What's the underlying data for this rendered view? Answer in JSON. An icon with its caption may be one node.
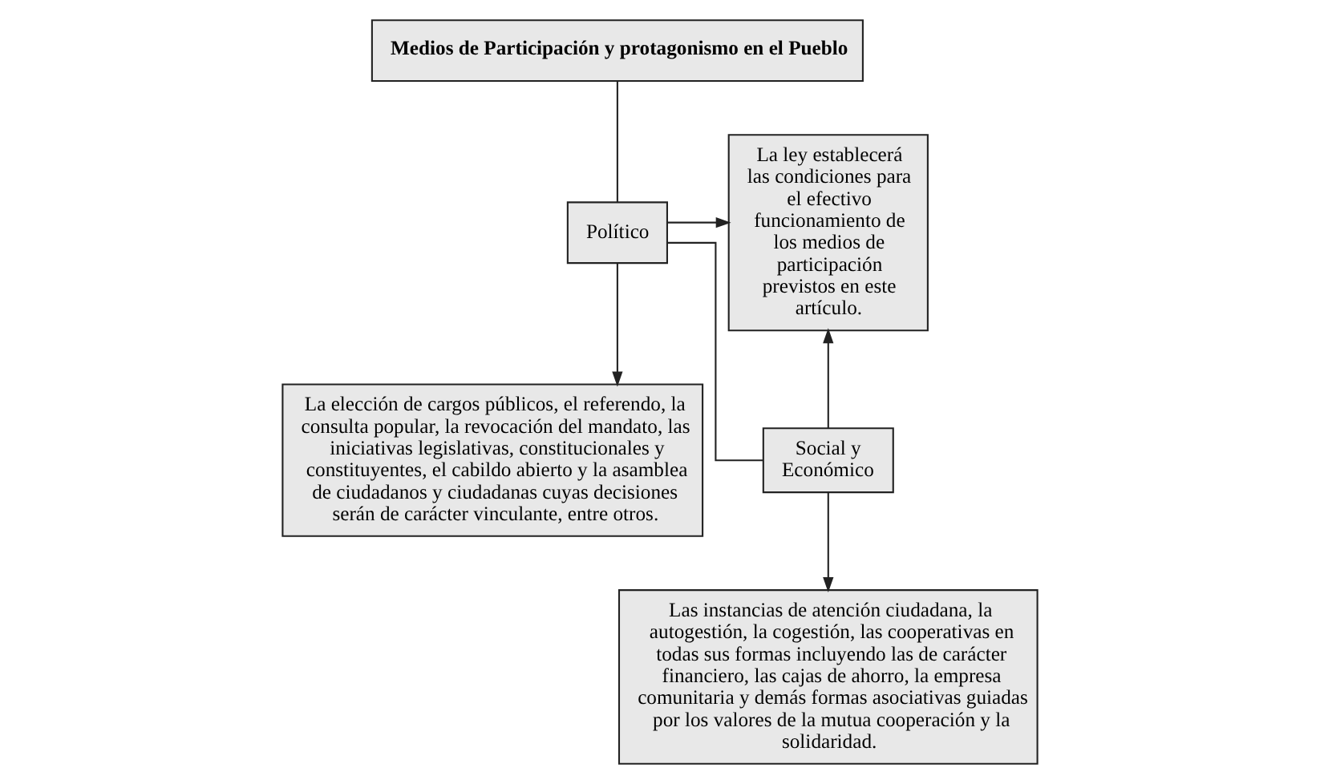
{
  "diagram": {
    "nodes": [
      {
        "text": [
          "Medios de Participación y protagonismo en el Pueblo"
        ]
      },
      {
        "text": [
          "Político"
        ]
      },
      {
        "text": [
          "Social y Económico"
        ]
      },
      {
        "text": [
          "La ley establecerá las condiciones para el efectivo funcionamiento de los medios de participación previstos en este artículo."
        ]
      },
      {
        "text": [
          "La elección de cargos públicos, el referendo, la consulta popular, la revocación del mandato, las iniciativas legislativas, constitucionales y constituyentes, el cabildo abierto y la asamblea de ciudadanos y ciudadanas cuyas decisiones serán de carácter vinculante, entre otros."
        ]
      },
      {
        "text": [
          "Las instancias de atención ciudadana, la autogestión, la cogestión, las cooperativas en todas sus formas incluyendo las de carácter financiero, las cajas de ahorro, la empresa comunitaria y demás formas asociativas guiadas por los valores de la mutua cooperación y la solidaridad."
        ]
      }
    ],
    "edges": [
      {
        "from": 0,
        "to": 1,
        "arrow": "none"
      },
      {
        "from": 1,
        "to": 2,
        "arrow": "none"
      },
      {
        "from": 1,
        "to": 4,
        "arrow": "to"
      },
      {
        "from": 2,
        "to": 5,
        "arrow": "to"
      },
      {
        "from": 1,
        "to": 3,
        "arrow": "to"
      },
      {
        "from": 2,
        "to": 3,
        "arrow": "to"
      }
    ]
  }
}
